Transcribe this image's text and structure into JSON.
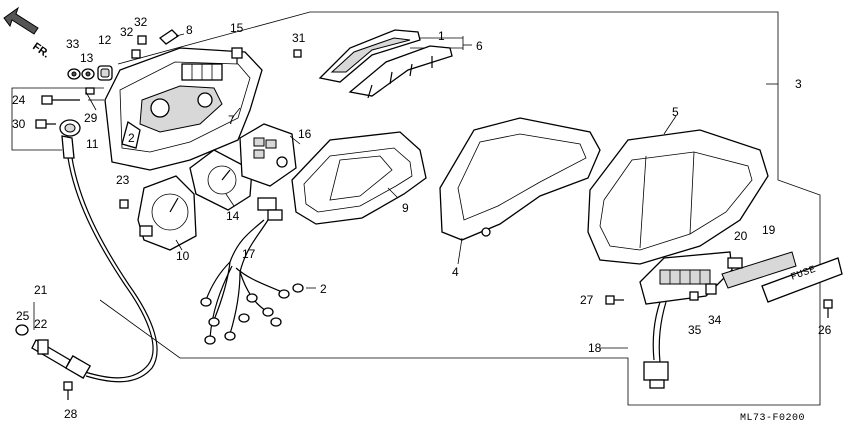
{
  "direction_label": "FR.",
  "diagram_code": "ML73-F0200",
  "callouts": [
    "1",
    "2",
    "2",
    "3",
    "4",
    "5",
    "6",
    "7",
    "8",
    "9",
    "10",
    "11",
    "12",
    "13",
    "14",
    "15",
    "16",
    "17",
    "18",
    "19",
    "20",
    "21",
    "22",
    "23",
    "24",
    "25",
    "26",
    "27",
    "28",
    "29",
    "30",
    "31",
    "32",
    "32",
    "33",
    "34",
    "35"
  ],
  "labels": {
    "c1": "1",
    "c2a": "2",
    "c2b": "2",
    "c3": "3",
    "c4": "4",
    "c5": "5",
    "c6": "6",
    "c7": "7",
    "c8": "8",
    "c9": "9",
    "c10": "10",
    "c11": "11",
    "c12": "12",
    "c13": "13",
    "c14": "14",
    "c15": "15",
    "c16": "16",
    "c17": "17",
    "c18": "18",
    "c19": "19",
    "c20": "20",
    "c21": "21",
    "c22": "22",
    "c23": "23",
    "c24": "24",
    "c25": "25",
    "c26": "26",
    "c27": "27",
    "c28": "28",
    "c29": "29",
    "c30": "30",
    "c31": "31",
    "c32a": "32",
    "c32b": "32",
    "c33": "33",
    "c34": "34",
    "c35": "35"
  },
  "panel_label": "FUSE"
}
